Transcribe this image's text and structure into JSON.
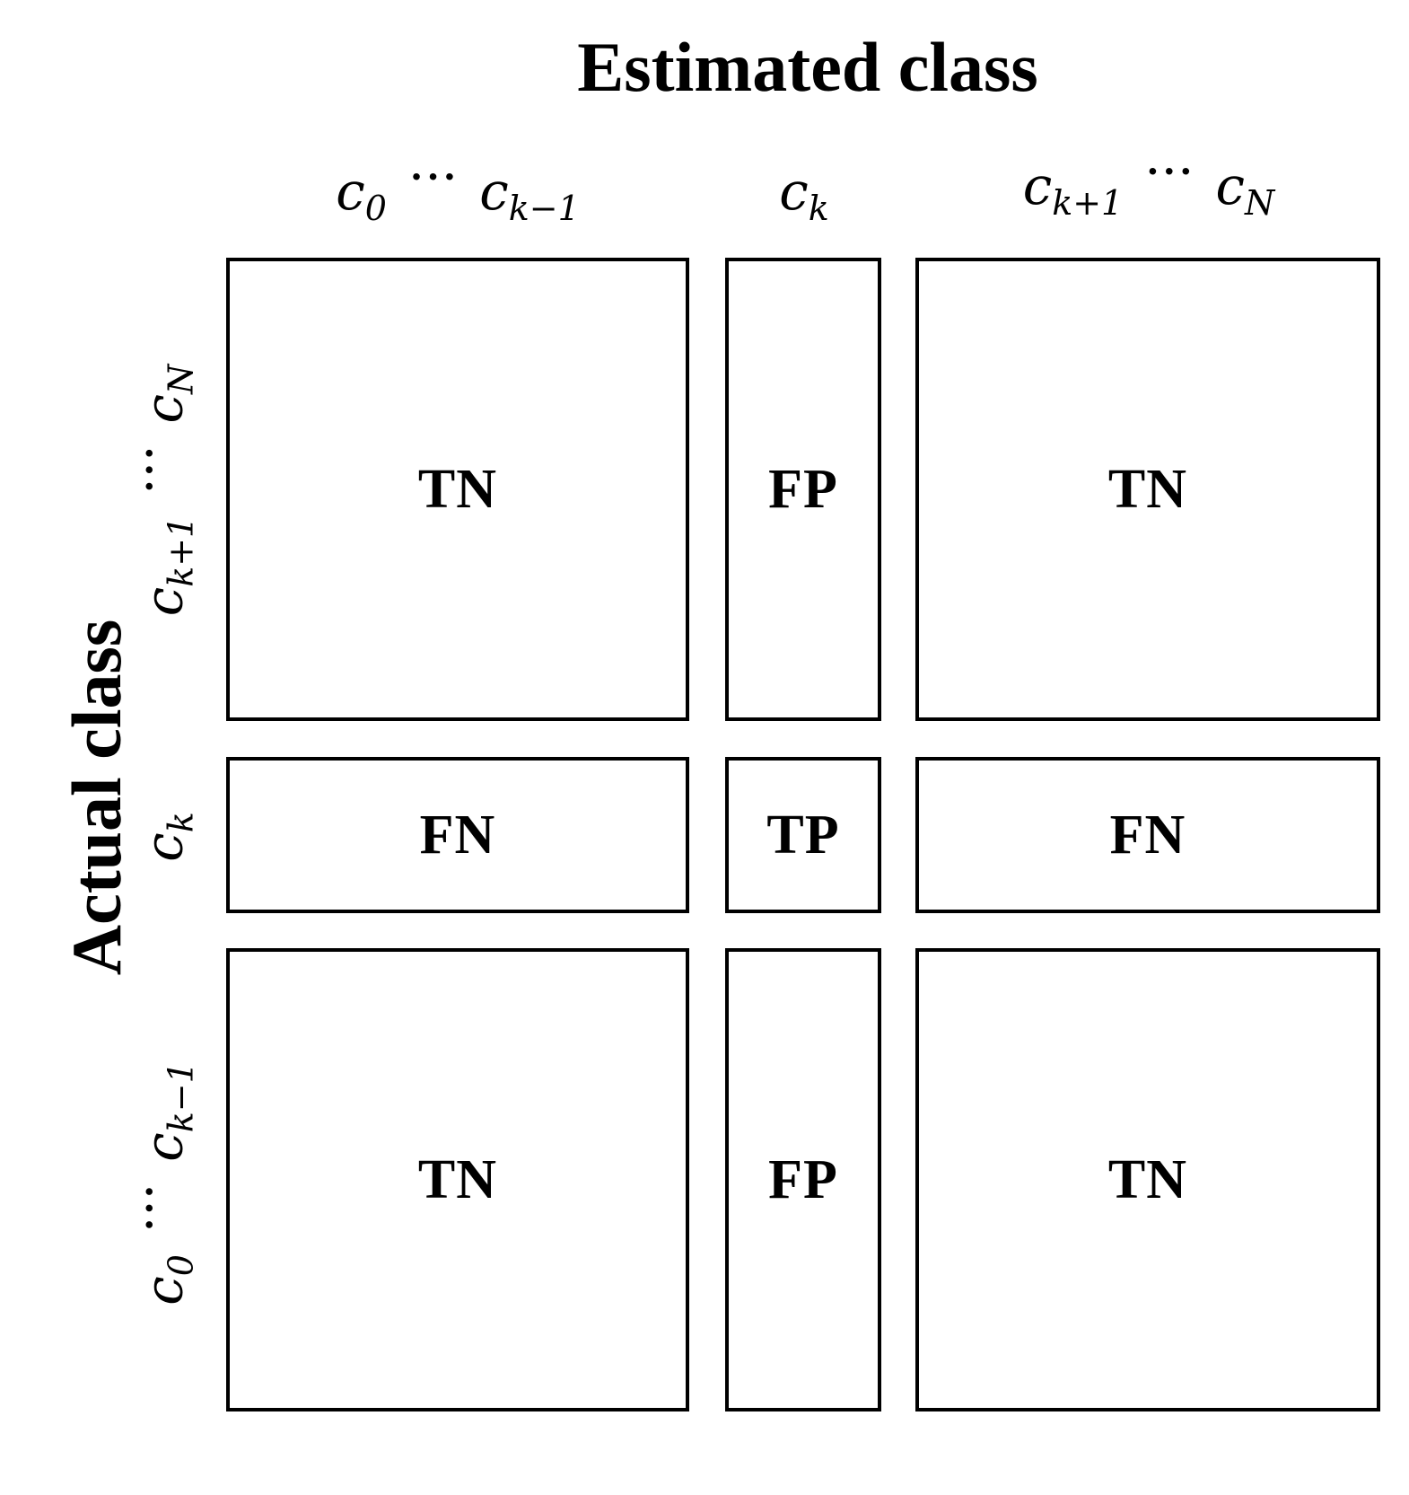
{
  "titles": {
    "estimated": "Estimated class",
    "actual": "Actual class"
  },
  "columns": [
    {
      "from": "c",
      "from_sub": "0",
      "dots": "···",
      "to": "c",
      "to_sub": "k−1"
    },
    {
      "single": "c",
      "single_sub": "k"
    },
    {
      "from": "c",
      "from_sub": "k+1",
      "dots": "···",
      "to": "c",
      "to_sub": "N"
    }
  ],
  "rows": [
    {
      "from": "c",
      "from_sub": "k+1",
      "dots": "···",
      "to": "c",
      "to_sub": "N"
    },
    {
      "single": "c",
      "single_sub": "k"
    },
    {
      "from": "c",
      "from_sub": "0",
      "dots": "···",
      "to": "c",
      "to_sub": "k−1"
    }
  ],
  "cells": [
    [
      "TN",
      "FP",
      "TN"
    ],
    [
      "FN",
      "TP",
      "FN"
    ],
    [
      "TN",
      "FP",
      "TN"
    ]
  ]
}
